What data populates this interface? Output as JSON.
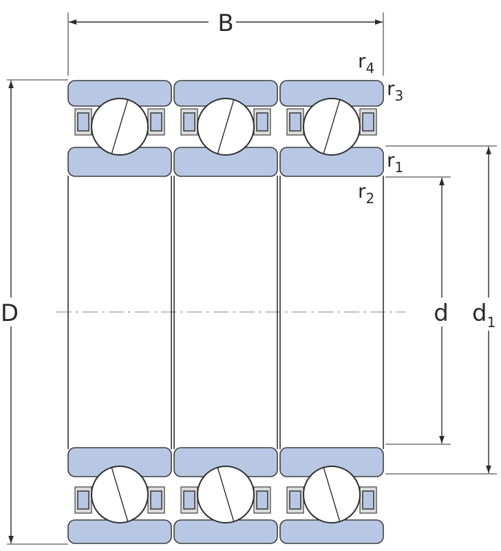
{
  "labels": {
    "width": "B",
    "outer_diameter": "D",
    "bore_diameter": "d",
    "shoulder_diameter": {
      "base": "d",
      "sub": "1"
    },
    "radius_1": {
      "base": "r",
      "sub": "1"
    },
    "radius_2": {
      "base": "r",
      "sub": "2"
    },
    "radius_3": {
      "base": "r",
      "sub": "3"
    },
    "radius_4": {
      "base": "r",
      "sub": "4"
    }
  },
  "colors": {
    "ring_fill": "#b8c8e4",
    "outline": "#3d3d3d",
    "dimension_lines": "#2a2a2a",
    "centerline": "#9a9a9a"
  }
}
